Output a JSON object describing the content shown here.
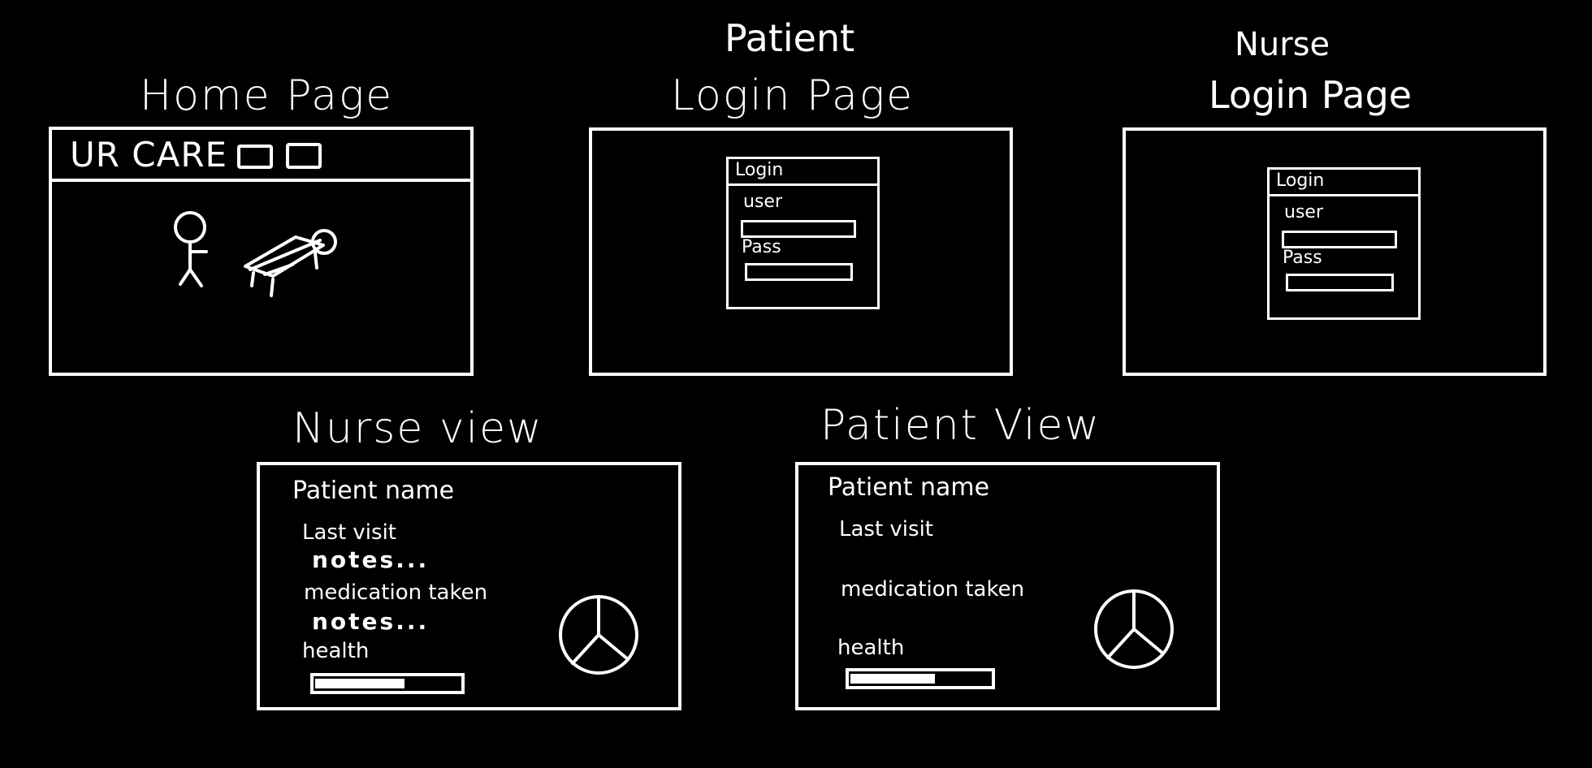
{
  "screens": {
    "home": {
      "title": "Home Page",
      "brand": "UR CARE"
    },
    "patient_login": {
      "title_line1": "Patient",
      "title_line2": "Login Page",
      "box_title": "Login",
      "user_label": "user",
      "pass_label": "Pass"
    },
    "nurse_login": {
      "title_line1": "Nurse",
      "title_line2": "Login Page",
      "box_title": "Login",
      "user_label": "user",
      "pass_label": "Pass"
    },
    "nurse_view": {
      "title": "Nurse view",
      "patient_name": "Patient name",
      "last_visit": "Last visit",
      "notes1": "notes...",
      "medication": "medication taken",
      "notes2": "notes...",
      "health": "health"
    },
    "patient_view": {
      "title": "Patient View",
      "patient_name": "Patient name",
      "last_visit": "Last visit",
      "medication": "medication taken",
      "health": "health"
    }
  },
  "colors": {
    "background": "#000000",
    "stroke": "#ffffff"
  }
}
